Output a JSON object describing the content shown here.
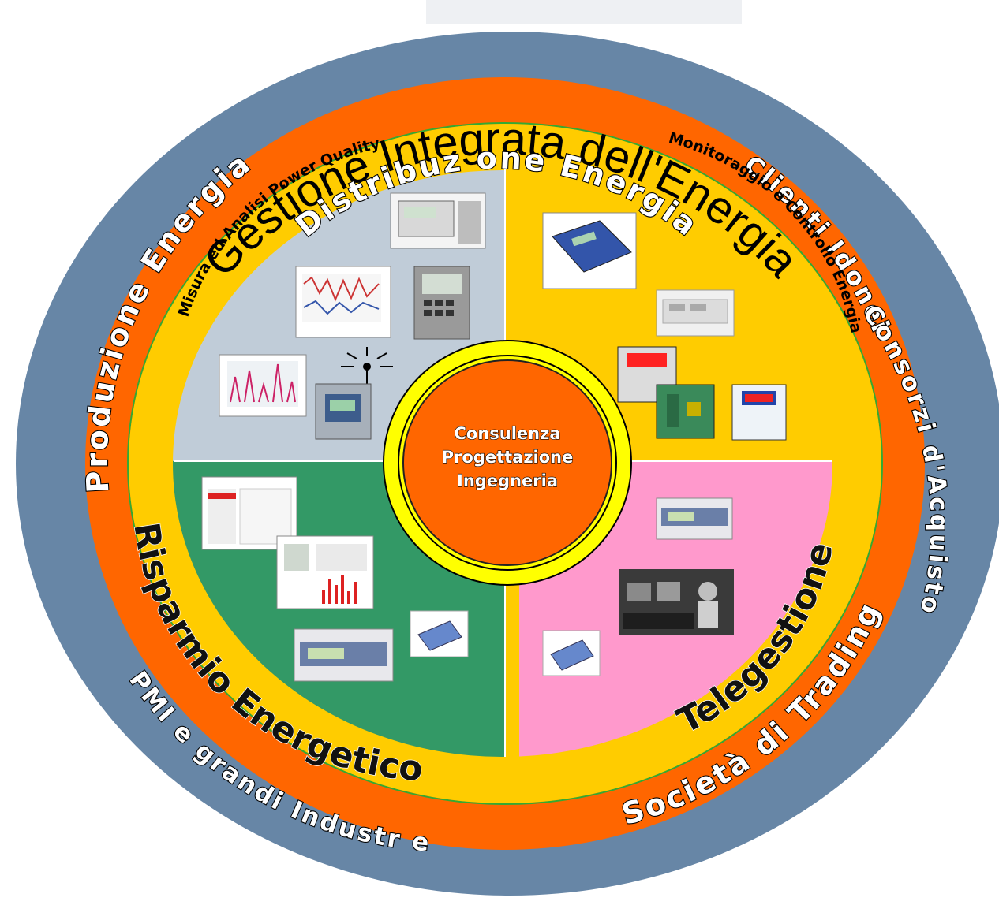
{
  "title": "Gestione Integrata dell'Energia",
  "middle_ring": {
    "top": "Distribuz one Energia",
    "top_right": "Clienti Idonei",
    "right": "Consorzi d'Acquisto",
    "bottom_right": "Società di Trading",
    "bottom_left": "PMI e grandi Industr e",
    "left": "Produzione Energia"
  },
  "quadrants": {
    "top_left": "Misura ed Analisi Power Quality",
    "top_right": "Monitoraggio e Controllo Energia",
    "bottom_left": "Risparmio Energetico",
    "bottom_right": "Telegestione"
  },
  "center": {
    "line1": "Consulenza",
    "line2": "Progettazione",
    "line3": "Ingegneria"
  },
  "colors": {
    "outer": "#6786a6",
    "middle_ring": "#ff6600",
    "inner_ring": "#ffcc00",
    "quad_top_left": "#c0ccd8",
    "quad_top_right": "#ffcc00",
    "quad_bottom_left": "#339966",
    "quad_bottom_right": "#ff99cc",
    "center": "#ff6600",
    "center_ring": "#ffff00"
  }
}
